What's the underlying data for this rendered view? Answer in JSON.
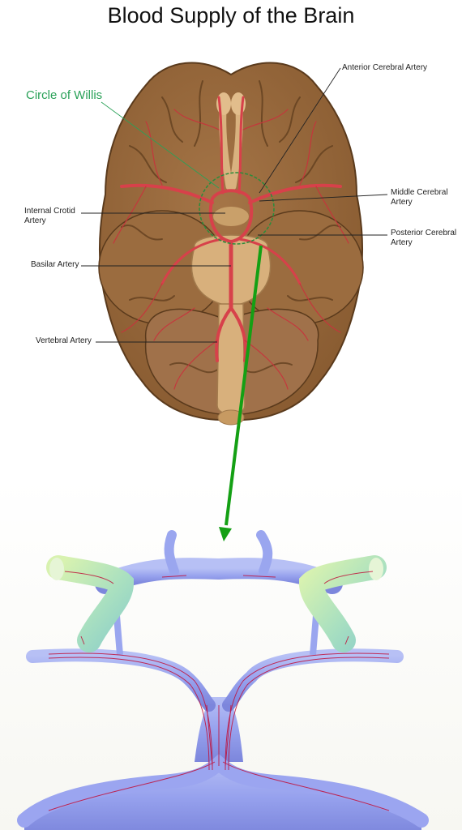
{
  "title": "Blood Supply of the Brain",
  "labels": {
    "circle_of_willis": "Circle of Willis",
    "anterior_cerebral": "Anterior Cerebral Artery",
    "middle_cerebral_1": "Middle Cerebral",
    "middle_cerebral_2": "Artery",
    "internal_carotid_1": "Internal Crotid",
    "internal_carotid_2": "Artery",
    "posterior_cerebral_1": "Posterior Cerebral",
    "posterior_cerebral_2": "Artery",
    "basilar": "Basilar Artery",
    "vertebral": "Vertebral Artery"
  },
  "colors": {
    "brain": "#9a6a3f",
    "brain_dark": "#6e4522",
    "artery": "#d7414a",
    "brainstem": "#d8b07c",
    "willis_text": "#2aa158",
    "arrow": "#14a014",
    "model_vessel": "#9aa6ef",
    "model_streamline": "#c0103a"
  }
}
